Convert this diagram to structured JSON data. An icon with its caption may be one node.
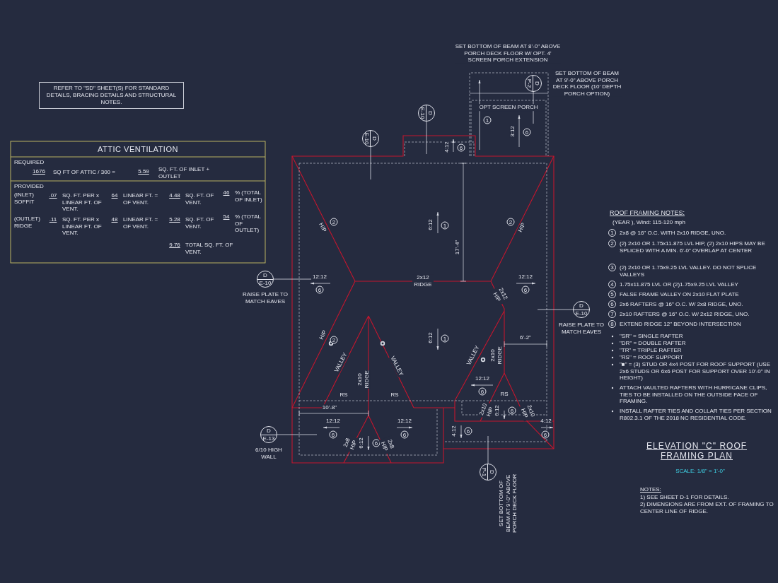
{
  "diagram": {
    "title": "ELEVATION \"C\" ROOF FRAMING PLAN",
    "nodes": [
      {
        "text": [
          "REFER TO \"SD\" SHEET(S) FOR STANDARD DETAILS, BRACING DETAILS AND STRUCTURAL NOTES."
        ]
      },
      {
        "text": [
          "ATTIC VENTILATION"
        ]
      },
      {
        "text": [
          "D",
          "E-10"
        ]
      },
      {
        "text": [
          "D",
          "E-10"
        ]
      },
      {
        "text": [
          "D",
          "P-2"
        ]
      },
      {
        "text": [
          "D",
          "E-10"
        ],
        "beside": [
          "RAISE PLATE TO MATCH EAVES"
        ]
      },
      {
        "text": [
          "D",
          "E-10"
        ],
        "beside": [
          "RAISE PLATE TO MATCH EAVES"
        ]
      },
      {
        "text": [
          "D",
          "E-13"
        ],
        "beside": [
          "6/10 HIGH WALL"
        ]
      },
      {
        "text": [
          "D",
          "P-1"
        ],
        "beside": [
          "SET BOTTOM OF BEAM AT 9'-0\" ABOVE PORCH DECK FLOOR"
        ]
      }
    ],
    "labels": [
      "REQUIRED",
      "1676",
      "SQ FT OF ATTIC / 300 =",
      "5.59",
      "SQ. FT. OF INLET + OUTLET",
      "PROVIDED",
      "(INLET) SOFFIT",
      ".07",
      "SQ. FT. PER x LINEAR FT. OF VENT.",
      "64",
      "LINEAR FT. = OF VENT.",
      "4.48",
      "SQ. FT. OF VENT.",
      "46",
      "% (TOTAL OF INLET)",
      "(OUTLET) RIDGE",
      ".11",
      "SQ. FT. PER x LINEAR FT. OF VENT.",
      "48",
      "LINEAR FT. = OF VENT.",
      "5.28",
      "SQ. FT. OF VENT.",
      "54",
      "% (TOTAL OF OUTLET)",
      "9.76",
      "TOTAL SQ. FT. OF VENT.",
      "ROOF FRAMING NOTES:",
      "(YEAR ), Wind: 115-120 mph",
      "1",
      "2x8 @ 16\" O.C. WITH 2x10 RIDGE, UNO.",
      "2",
      "(2) 2x10 OR 1.75x11.875 LVL HIP, (2) 2x10 HIPS MAY BE SPLICED WITH A MIN. 6'-0\" OVERLAP AT CENTER",
      "3",
      "(2) 2x10 OR 1.75x9.25 LVL VALLEY. DO NOT SPLICE VALLEYS",
      "4",
      "1.75x11.875 LVL OR (2)1.75x9.25 LVL VALLEY",
      "5",
      "FALSE FRAME VALLEY ON 2x10 FLAT PLATE",
      "6",
      "2x6 RAFTERS @ 16\" O.C. W/ 2x8 RIDGE, UNO.",
      "7",
      "2x10 RAFTERS @ 16\" O.C. W/ 2x12 RIDGE, UNO.",
      "8",
      "EXTEND RIDGE 12\" BEYOND INTERSECTION",
      "\"SR\" = SINGLE RAFTER",
      "\"DR\" = DOUBLE RAFTER",
      "\"TR\" = TRIPLE RAFTER",
      "\"RS\" = ROOF SUPPORT",
      "\"■\" = (3) STUD OR 4x4 POST FOR ROOF SUPPORT (USE 2x6 STUDS OR 6x6 POST FOR SUPPORT OVER 10'-0\" IN HEIGHT)",
      "ATTACH VAULTED RAFTERS WITH HURRICANE CLIPS, TIES TO BE INSTALLED ON THE OUTSIDE FACE OF FRAMING.",
      "INSTALL RAFTER TIES AND COLLAR TIES PER SECTION R802.3.1 OF THE 2018 NC RESIDENTIAL CODE.",
      "SCALE: 1/8\" = 1'-0\"",
      "NOTES:",
      "1) SEE SHEET D-1 FOR DETAILS.",
      "2) DIMENSIONS ARE FROM EXT. OF FRAMING TO CENTER LINE OF RIDGE.",
      "SET BOTTOM OF BEAM AT 8'-0\" ABOVE PORCH DECK FLOOR W/ OPT. 4' SCREEN PORCH EXTENSION",
      "SET BOTTOM OF BEAM AT 9'-0\" ABOVE PORCH DECK FLOOR (10' DEPTH PORCH OPTION)",
      "OPT SCREEN PORCH",
      "1",
      "3:12",
      "6",
      "4:12",
      "6",
      "HIP",
      "2",
      "6:12",
      "1",
      "17'-4\"",
      "2",
      "HIP",
      "12:12",
      "6",
      "2x12 RIDGE",
      "12:12",
      "6",
      "2x12 HIP",
      "HIP",
      "2",
      "6:12",
      "1",
      "VALLEY",
      "VALLEY",
      "VALLEY",
      "2x10 RIDGE",
      "2x10 RIDGE",
      "6'-2\"",
      "12:12",
      "6",
      "RS",
      "RS",
      "RS",
      "10'-8\"",
      "2x10 HIP",
      "6:12",
      "6",
      "2x10 HIP",
      "12:12",
      "6",
      "12:12",
      "6",
      "2x8 HIP",
      "6:12",
      "6",
      "2x8 HIP",
      "4:12",
      "6",
      "4:12",
      "6"
    ]
  }
}
